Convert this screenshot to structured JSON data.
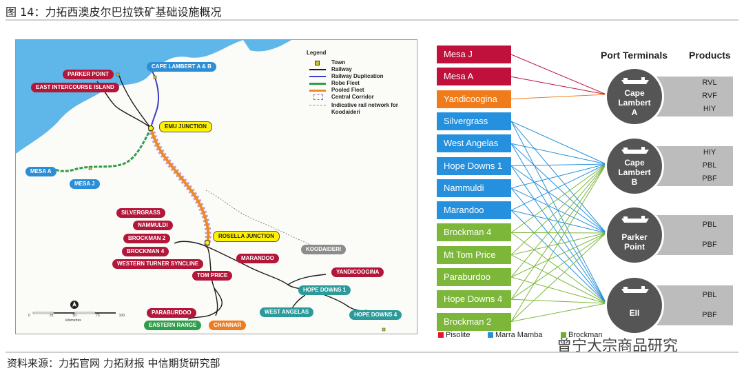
{
  "figure_title": "图 14：力拓西澳皮尔巴拉铁矿基础设施概况",
  "source_note": "资料来源：力拓官网  力拓财报  中信期货研究部",
  "watermark": "曾宁大宗商品研究",
  "map": {
    "labels": {
      "parker_point": "PARKER POINT",
      "east_intercourse": "EAST INTERCOURSE ISLAND",
      "cape_lambert_ab": "CAPE LAMBERT A & B",
      "emu_junction": "EMU JUNCTION",
      "mesa_a": "MESA A",
      "mesa_j": "MESA J",
      "silvergrass": "SILVERGRASS",
      "nammuldi": "NAMMULDI",
      "brockman2": "BROCKMAN 2",
      "brockman4": "BROCKMAN 4",
      "western_turner": "WESTERN TURNER SYNCLINE",
      "tom_price": "TOM PRICE",
      "rosella_junction": "ROSELLA JUNCTION",
      "marandoo": "MARANDOO",
      "koodaideri": "KOODAIDERI",
      "yandicoogina": "YANDICOOGINA",
      "hope_downs1": "HOPE DOWNS 1",
      "west_angelas": "WEST ANGELAS",
      "hope_downs4": "HOPE DOWNS 4",
      "paraburdoo": "PARABURDOO",
      "eastern_range": "EASTERN RANGE",
      "channar": "CHANNAR"
    },
    "legend": {
      "title": "Legend",
      "items": [
        "Town",
        "Railway",
        "Railway Duplication",
        "Robe Fleet",
        "Pooled Fleet",
        "Central Corridor",
        "Indicative rail network for",
        "Koodaideri"
      ]
    },
    "scale": [
      "0",
      "25",
      "50",
      "75",
      "100"
    ],
    "scale_unit": "kilometres"
  },
  "flow": {
    "headers": {
      "terminals": "Port Terminals",
      "products": "Products"
    },
    "mines": [
      {
        "name": "Mesa J",
        "type": "pisolite"
      },
      {
        "name": "Mesa A",
        "type": "pisolite"
      },
      {
        "name": "Yandicoogina",
        "type": "yandi"
      },
      {
        "name": "Silvergrass",
        "type": "marra"
      },
      {
        "name": "West Angelas",
        "type": "marra"
      },
      {
        "name": "Hope Downs 1",
        "type": "marra"
      },
      {
        "name": "Nammuldi",
        "type": "marra"
      },
      {
        "name": "Marandoo",
        "type": "marra"
      },
      {
        "name": "Brockman 4",
        "type": "brockman"
      },
      {
        "name": "Mt Tom Price",
        "type": "brockman"
      },
      {
        "name": "Paraburdoo",
        "type": "brockman"
      },
      {
        "name": "Hope Downs 4",
        "type": "brockman"
      },
      {
        "name": "Brockman 2",
        "type": "brockman"
      }
    ],
    "terminals": [
      {
        "lines": [
          "Cape",
          "Lambert",
          "A"
        ],
        "products": [
          "RVL",
          "RVF",
          "HIY"
        ]
      },
      {
        "lines": [
          "Cape",
          "Lambert",
          "B"
        ],
        "products": [
          "HIY",
          "PBL",
          "PBF"
        ]
      },
      {
        "lines": [
          "Parker",
          "Point"
        ],
        "products": [
          "PBL",
          "PBF"
        ]
      },
      {
        "lines": [
          "EII"
        ],
        "products": [
          "PBL",
          "PBF"
        ]
      }
    ],
    "key": [
      {
        "label": "Pisolite",
        "color": "#e8142c"
      },
      {
        "label": "Marra Mamba",
        "color": "#2590dd"
      },
      {
        "label": "Brockman",
        "color": "#6fae2a"
      }
    ],
    "colors": {
      "pisolite": "#c0113c",
      "yandi": "#f07b1a",
      "marra": "#2590dd",
      "brockman": "#7cb73a",
      "terminal": "#555555"
    }
  }
}
